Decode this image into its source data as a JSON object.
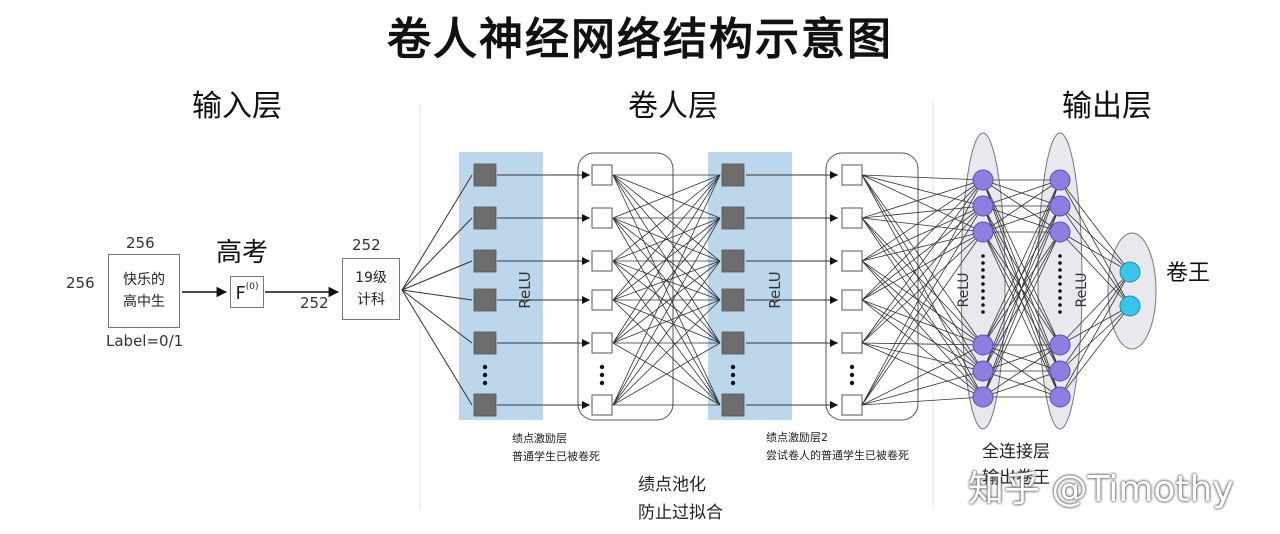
{
  "title": "卷人神经网络结构示意图",
  "sections": {
    "input": "输入层",
    "conv": "卷人层",
    "output": "输出层"
  },
  "input_block": {
    "width_label": "256",
    "height_label": "256",
    "line1": "快乐的",
    "line2": "高中生",
    "label_text": "Label=0/1"
  },
  "gaokao": {
    "label": "高考",
    "func_main": "F",
    "func_sup": "(0)"
  },
  "grade_block": {
    "top_label": "252",
    "left_label": "252",
    "line1": "19级",
    "line2": "计科"
  },
  "relu_label": "ReLU",
  "captions": {
    "layer1_line1": "绩点激励层",
    "layer1_line2": "普通学生已被卷死",
    "pool_line1": "绩点池化",
    "pool_line2": "防止过拟合",
    "layer2_line1": "绩点激励层2",
    "layer2_line2": "尝试卷人的普通学生已被卷死",
    "fc_line1": "全连接层",
    "fc_line2": "输出卷王"
  },
  "output_label": "卷王",
  "watermark": "知乎 @Timothy",
  "colors": {
    "relu_fill": "#bcd6ec",
    "node_dark": "#6d6d6d",
    "node_purple": "#8c7fe0",
    "node_cyan": "#3cc4e6",
    "ellipse_fill": "#e8e8ee"
  }
}
